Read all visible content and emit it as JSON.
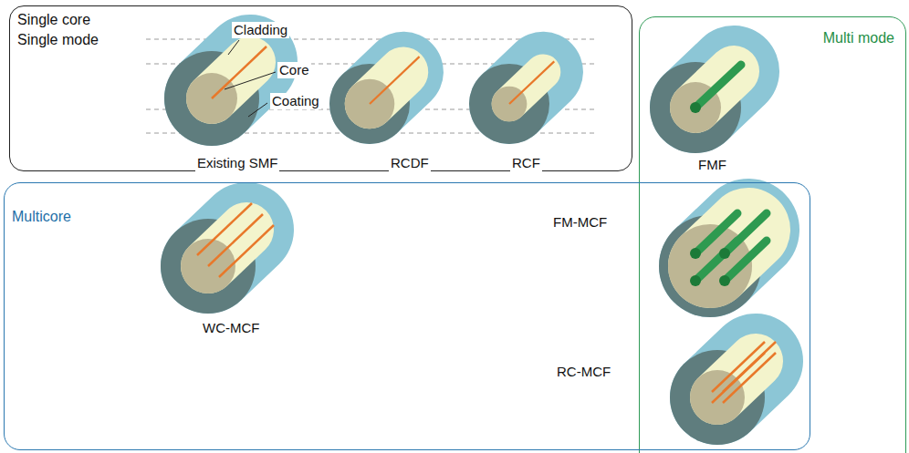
{
  "diagram": {
    "nodes": [
      {
        "text": [
          "Single core Single mode"
        ]
      },
      {
        "text": [
          "Multi mode"
        ]
      },
      {
        "text": [
          "Multicore"
        ]
      }
    ],
    "labels": [
      "Cladding",
      "Core",
      "Coating",
      "Existing SMF",
      "RCDF",
      "RCF",
      "FMF",
      "FM-MCF",
      "WC-MCF",
      "RC-MCF"
    ]
  }
}
